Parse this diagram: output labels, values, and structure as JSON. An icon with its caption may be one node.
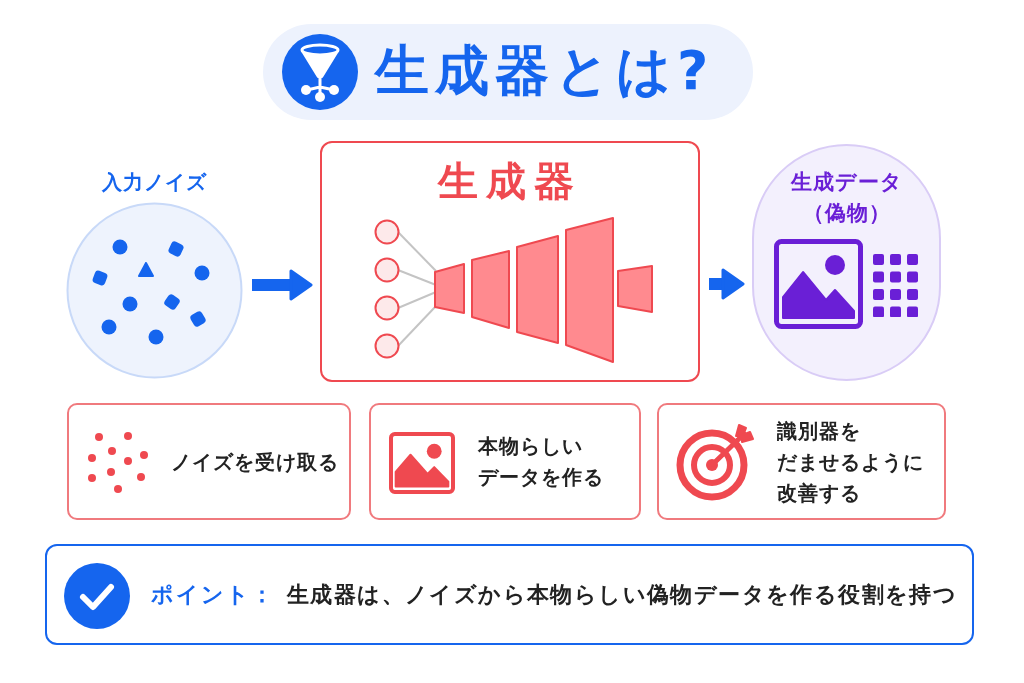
{
  "diagram": {
    "title": "生成器とは?",
    "nodes": [
      {
        "text": [
          "入力ノイズ"
        ]
      },
      {
        "text": [
          "生成器"
        ]
      },
      {
        "text": [
          "生成データ",
          "（偽物）"
        ]
      },
      {
        "text": [
          "ノイズを受け取る"
        ]
      },
      {
        "text": [
          "本物らしいデータを作る"
        ]
      },
      {
        "text": [
          "識別器をだませるように改善する"
        ]
      },
      {
        "text": [
          "ポイント：",
          "生成器は、ノイズから本物らしい偽物データを作る役割を持つ"
        ]
      }
    ],
    "edges": [
      {
        "from": 0,
        "to": 1,
        "arrow": "to"
      },
      {
        "from": 1,
        "to": 2,
        "arrow": "to"
      }
    ]
  }
}
